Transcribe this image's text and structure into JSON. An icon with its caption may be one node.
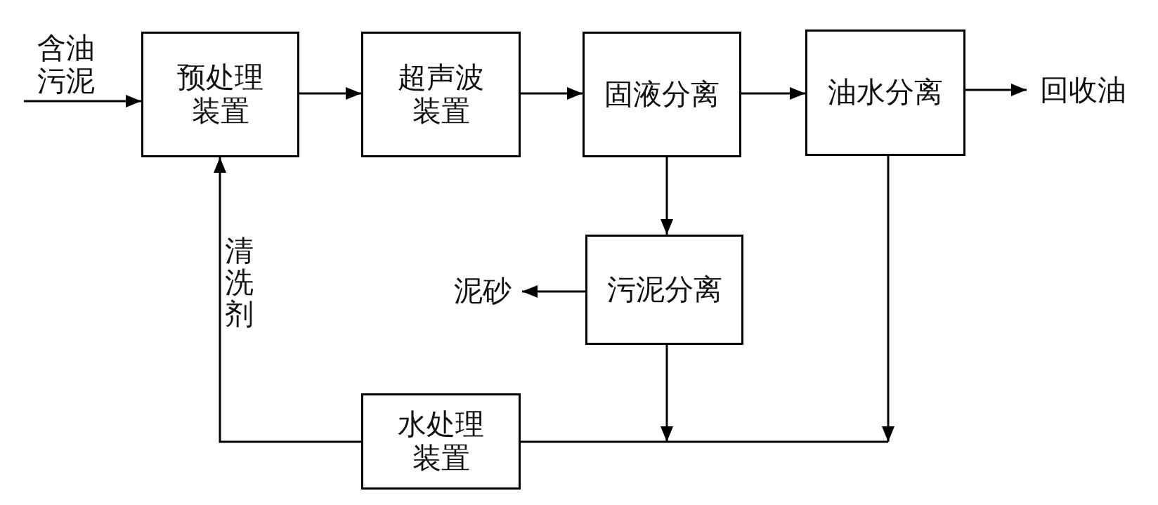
{
  "diagram": {
    "nodes": [
      {
        "text": [
          "含油污泥"
        ]
      },
      {
        "text": [
          "预处理装置"
        ]
      },
      {
        "text": [
          "超声波装置"
        ]
      },
      {
        "text": [
          "固液分离"
        ]
      },
      {
        "text": [
          "油水分离"
        ]
      },
      {
        "text": [
          "回收油"
        ]
      },
      {
        "text": [
          "泥砂"
        ]
      },
      {
        "text": [
          "污泥分离"
        ]
      },
      {
        "text": [
          "水处理装置"
        ]
      }
    ],
    "edges": [
      {
        "from": 0,
        "to": 1,
        "arrow": "to"
      },
      {
        "from": 1,
        "to": 2,
        "arrow": "to"
      },
      {
        "from": 2,
        "to": 3,
        "arrow": "to"
      },
      {
        "from": 3,
        "to": 4,
        "arrow": "to"
      },
      {
        "from": 4,
        "to": 5,
        "arrow": "to"
      },
      {
        "from": 3,
        "to": 7,
        "arrow": "to"
      },
      {
        "from": 7,
        "to": 6,
        "arrow": "to"
      },
      {
        "from": 7,
        "to": null,
        "arrow": "to"
      },
      {
        "from": 4,
        "to": null,
        "arrow": "to"
      },
      {
        "from": null,
        "to": 8,
        "arrow": "none"
      },
      {
        "from": 8,
        "to": 1,
        "arrow": "to",
        "label": "清洗剂"
      }
    ]
  }
}
